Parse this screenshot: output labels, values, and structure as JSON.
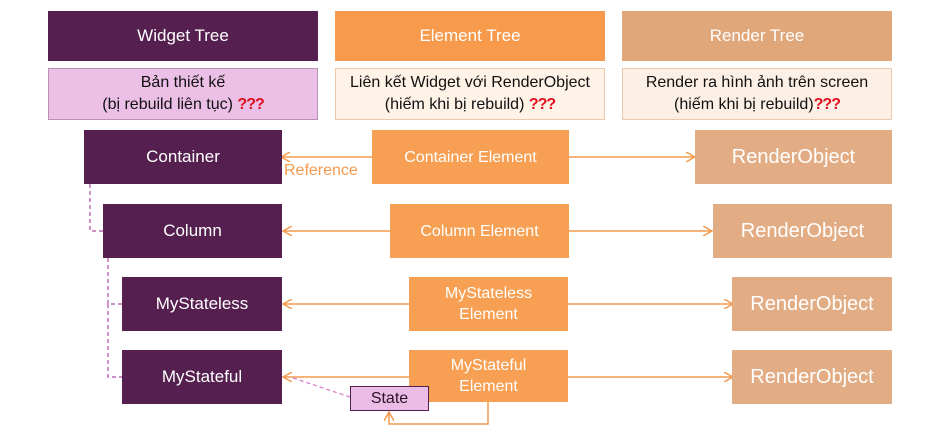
{
  "headers": {
    "widget": "Widget Tree",
    "element": "Element Tree",
    "render": "Render Tree"
  },
  "descriptions": {
    "widget": {
      "line1": "Bản thiết kế",
      "line2": "(bị rebuild liên tục)",
      "marks": "???"
    },
    "element": {
      "line1": "Liên kết Widget với RenderObject",
      "line2": "(hiếm khi bị rebuild)",
      "marks": "???"
    },
    "render": {
      "line1": "Render ra hình ảnh trên screen",
      "line2": "(hiếm khi bị rebuild)",
      "marks": "???"
    }
  },
  "rows": [
    {
      "widget": "Container",
      "element": [
        "Container Element"
      ],
      "render": "RenderObject"
    },
    {
      "widget": "Column",
      "element": [
        "Column Element"
      ],
      "render": "RenderObject"
    },
    {
      "widget": "MyStateless",
      "element": [
        "MyStateless",
        "Element"
      ],
      "render": "RenderObject"
    },
    {
      "widget": "MyStateful",
      "element": [
        "MyStateful",
        "Element"
      ],
      "render": "RenderObject"
    }
  ],
  "reference_label": "Reference",
  "state_label": "State",
  "colors": {
    "widget": "#55204f",
    "element": "#f89a4c",
    "render": "#e0a77b",
    "arrow": "#f39a4f",
    "tree_line": "#b04ba8",
    "question_marks": "#e0101f"
  }
}
